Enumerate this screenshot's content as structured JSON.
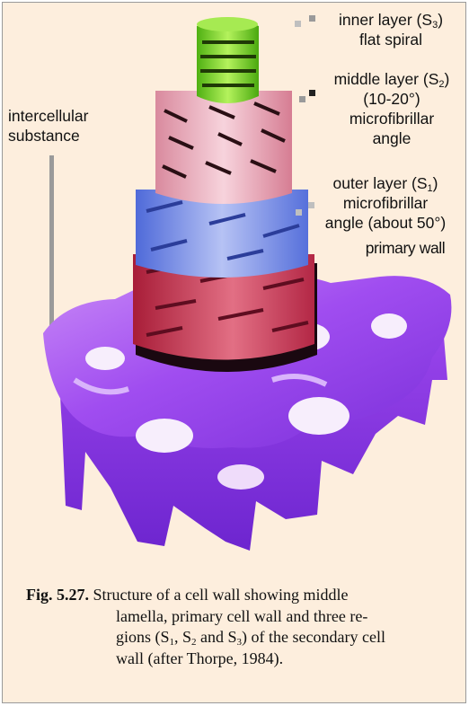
{
  "labels": {
    "inner": {
      "line1_prefix": "inner layer (S",
      "line1_sub": "3",
      "line1_suffix": ")",
      "line2": "flat spiral"
    },
    "middle": {
      "line1_prefix": "middle layer (S",
      "line1_sub": "2",
      "line1_suffix": ")",
      "line2": "(10-20°)",
      "line3": "microfibrillar",
      "line4": "angle"
    },
    "outer": {
      "line1_prefix": "outer layer (S",
      "line1_sub": "1",
      "line1_suffix": ")",
      "line2": "microfibrillar",
      "line3": "angle (about 50°)"
    },
    "primary": "primary wall",
    "intercellular": {
      "line1": "intercellular",
      "line2": "substance"
    }
  },
  "caption": {
    "fig_label": "Fig.  5.27.",
    "line1": "Structure of a cell wall showing middle",
    "line2": "lamella, primary cell wall and three re-",
    "line3_a": "gions (S",
    "line3_s1": "1",
    "line3_b": ", S",
    "line3_s2": "2",
    "line3_c": " and S",
    "line3_s3": "3",
    "line3_d": ") of the secondary cell",
    "line4": "wall (after Thorpe, 1984)."
  },
  "colors": {
    "frame_background": "#fdeedd",
    "middle_lamella": "#a55bf0",
    "primary_wall": "#c83a55",
    "outer_layer_s1": "#6e86e0",
    "middle_layer_s2": "#e8a4b4",
    "inner_layer_s3": "#6fd21c"
  }
}
